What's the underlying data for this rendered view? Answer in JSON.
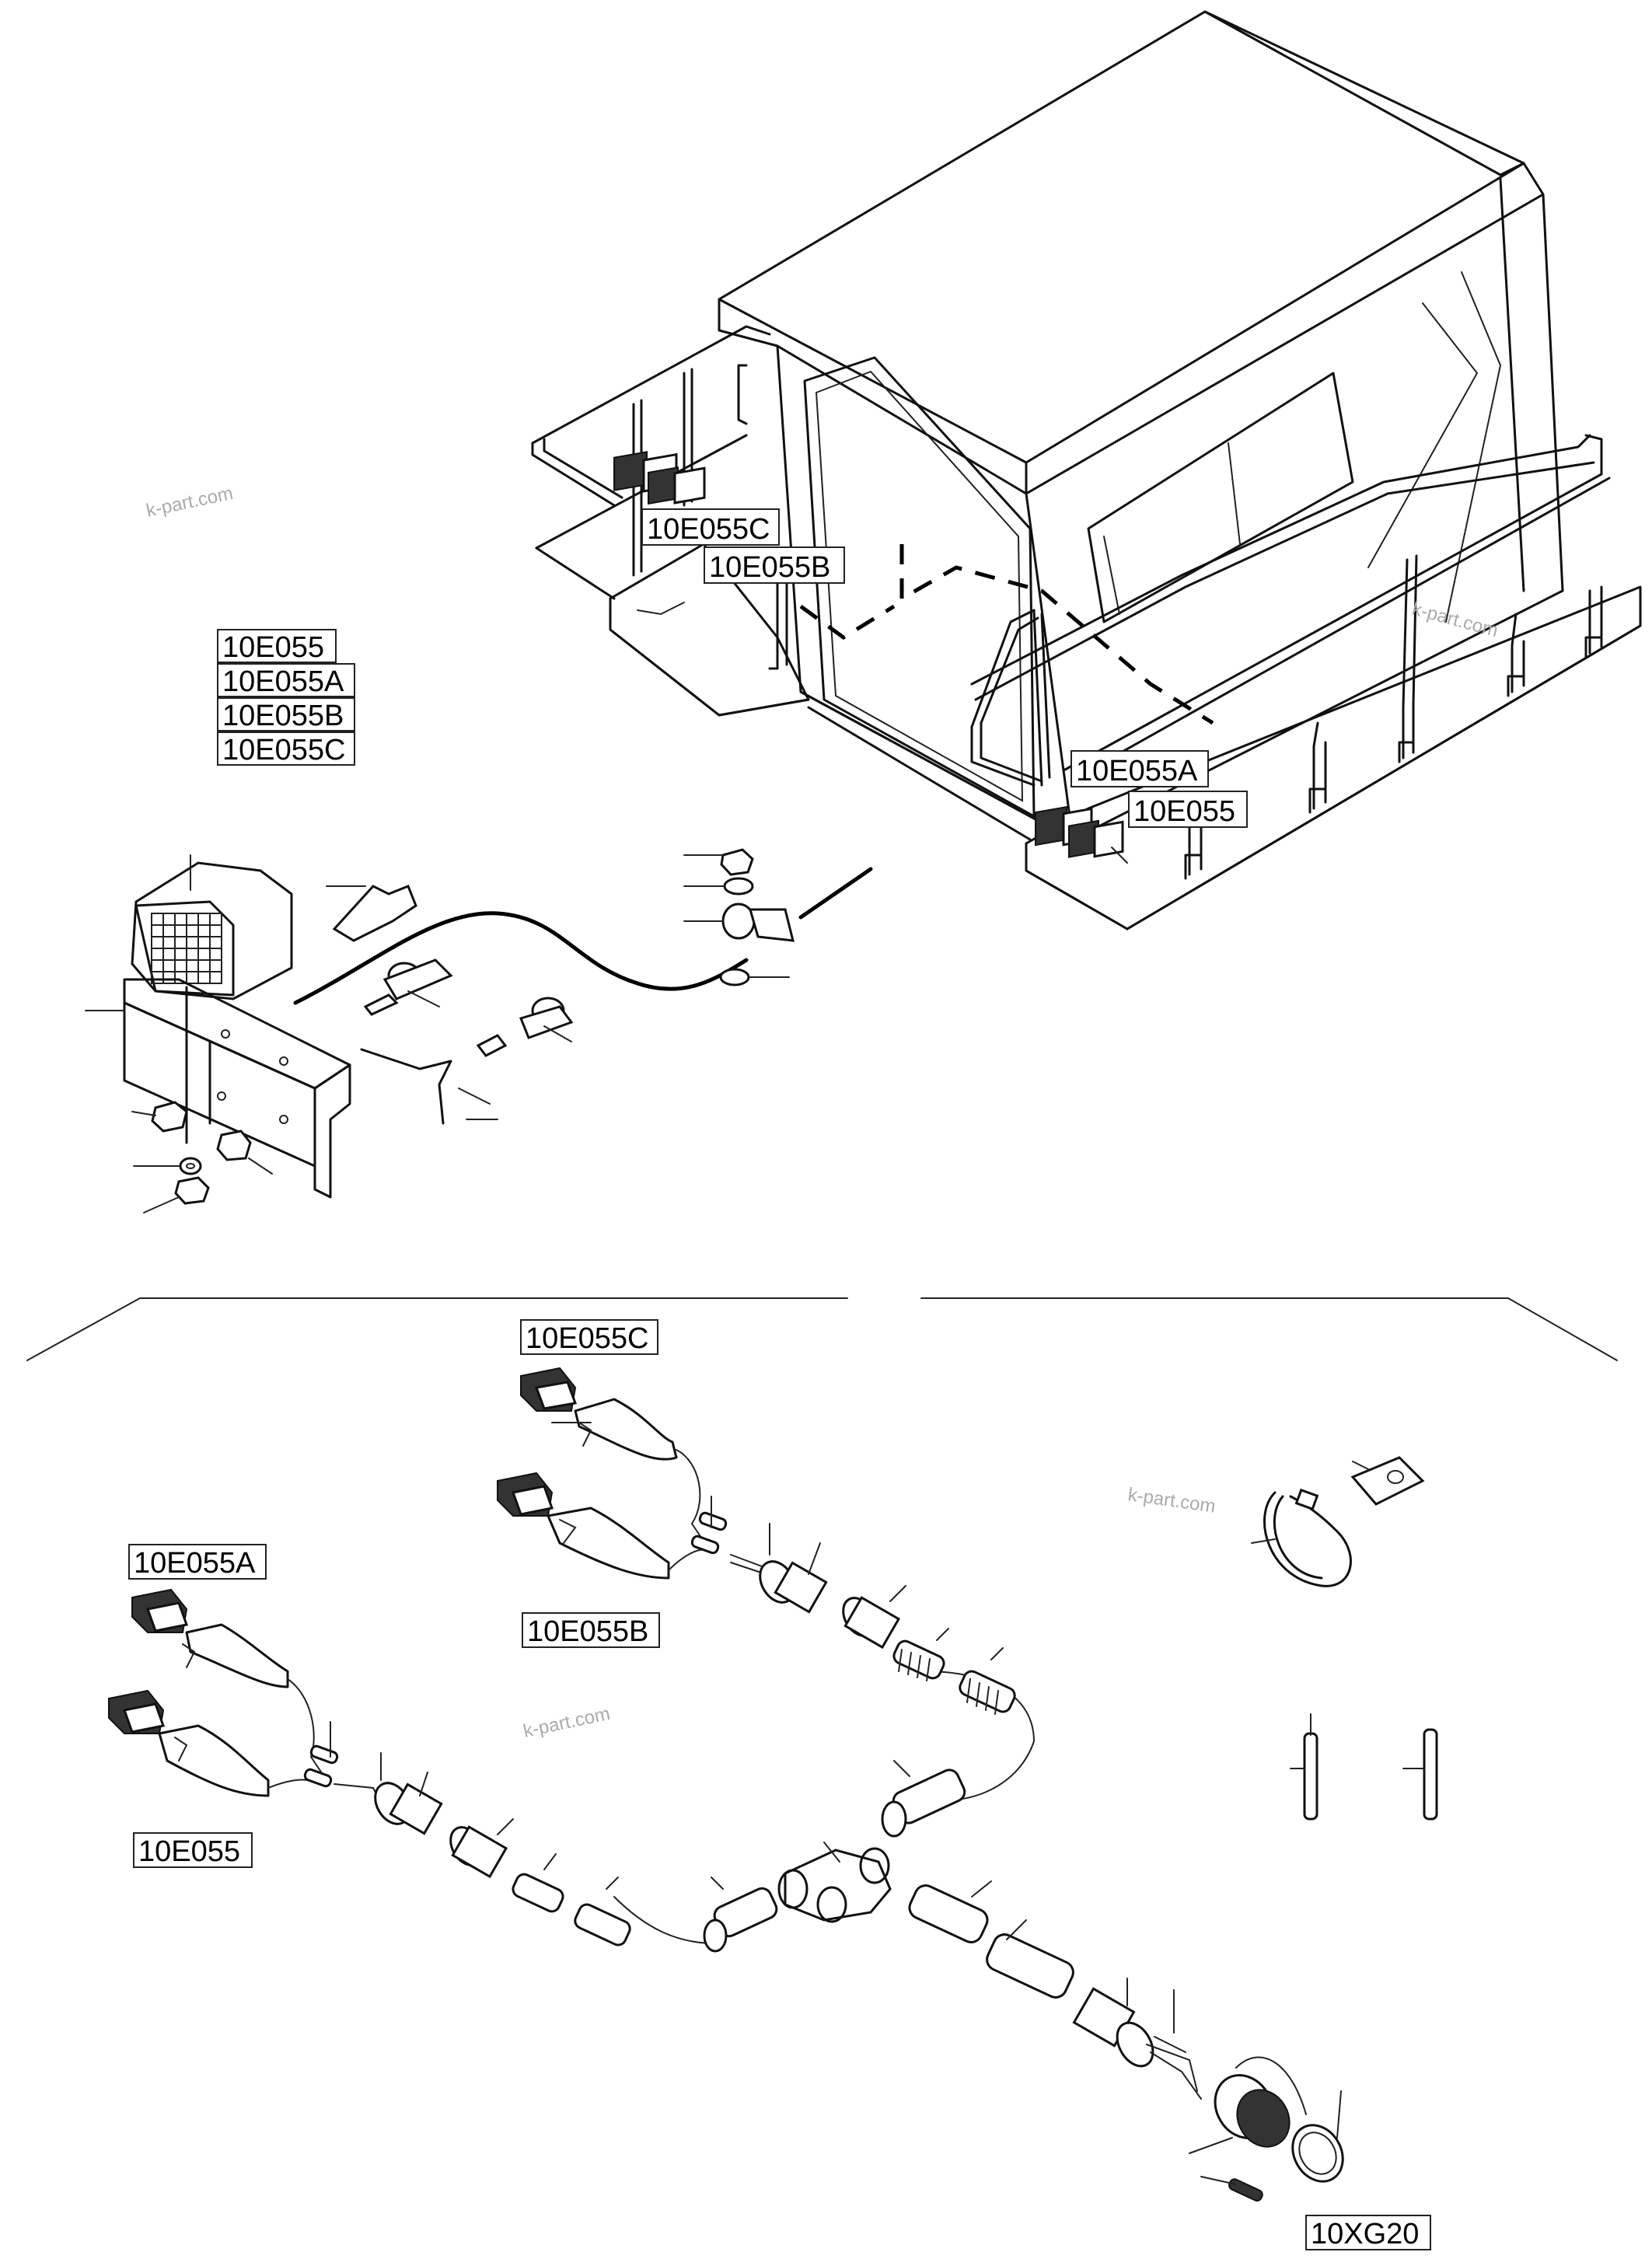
{
  "labels": {
    "cab_c": "10E055C",
    "cab_b": "10E055B",
    "cab_a": "10E055A",
    "cab_base": "10E055",
    "list": [
      "10E055",
      "10E055A",
      "10E055B",
      "10E055C"
    ],
    "harness_c": "10E055C",
    "harness_b": "10E055B",
    "harness_a": "10E055A",
    "harness_base": "10E055",
    "connector": "10XG20"
  },
  "watermarks": [
    "k-part.com",
    "k-part.com",
    "k-part.com",
    "k-part.com"
  ]
}
